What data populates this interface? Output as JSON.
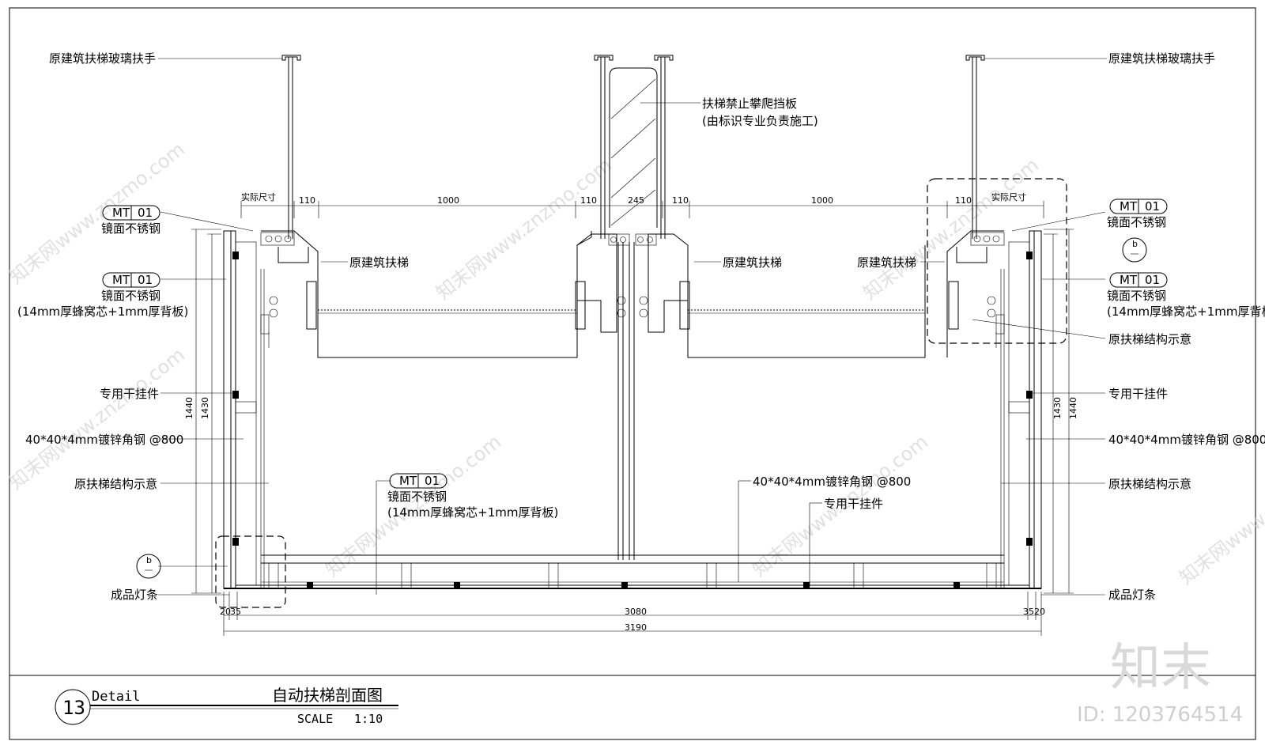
{
  "title": {
    "number": "13",
    "detail_label": "Detail",
    "name": "自动扶梯剖面图",
    "scale_label": "SCALE",
    "scale_value": "1:10"
  },
  "labels": {
    "handrail_glass": "原建筑扶梯玻璃扶手",
    "anti_climb": "扶梯禁止攀爬挡板",
    "anti_climb_note": "(由标识专业负责施工)",
    "mt_code": "MT",
    "mt_num": "01",
    "mirror_steel": "镜面不锈钢",
    "honeycomb": "(14mm厚蜂窝芯+1mm厚背板)",
    "hanger": "专用干挂件",
    "angle_steel": "40*40*4mm镀锌角钢 @800",
    "structure": "原扶梯结构示意",
    "light_strip": "成品灯条",
    "escalator": "原建筑扶梯",
    "section_b": "b"
  },
  "dimensions": {
    "top": [
      "实际尺寸",
      "110",
      "1000",
      "110",
      "245",
      "110",
      "1000",
      "110",
      "实际尺寸"
    ],
    "left_outer": "1440",
    "left_inner": "1430",
    "right_inner": "1430",
    "right_outer": "1440",
    "bottom": [
      "20",
      "35",
      "3080",
      "35",
      "20",
      "3190"
    ]
  },
  "watermark": {
    "url": "知末网www.znzmo.com"
  },
  "brand": {
    "logo": "知末",
    "id": "ID: 1203764514"
  }
}
